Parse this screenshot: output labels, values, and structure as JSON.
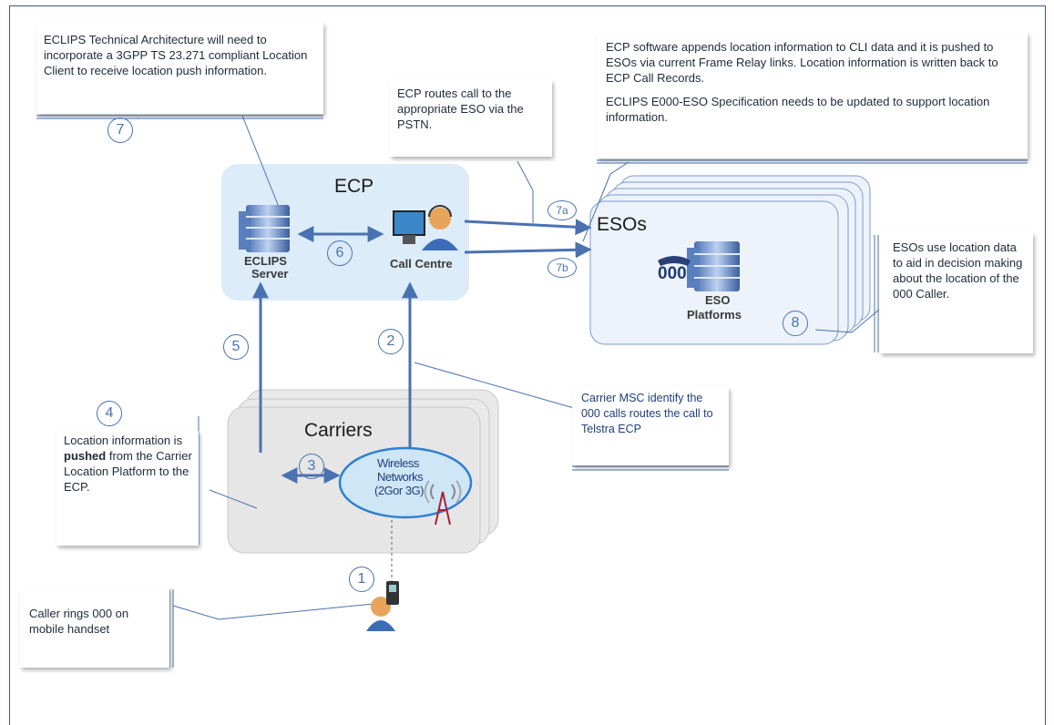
{
  "callouts": {
    "c7_text": "ECLIPS Technical Architecture will need to incorporate a 3GPP TS 23.271 compliant Location Client to receive location push information.",
    "ecp_routes_text": "ECP routes call to the appropriate ESO via the PSTN.",
    "ecp_software_p1": "ECP software appends location information to CLI data and it is pushed to ESOs via current Frame Relay links.  Location information is written back to ECP Call Records.",
    "ecp_software_p2": "ECLIPS E000-ESO Specification needs to be updated to support location information.",
    "esos_use_text": "ESOs use location data to aid in decision making about the location of the 000 Caller.",
    "carrier_msc_text": "Carrier MSC identify the 000 calls routes the call to Telstra ECP",
    "location_pre": "Location information is ",
    "location_bold": "pushed",
    "location_post": " from the Carrier Location Platform to the ECP.",
    "caller_text": "Caller rings 000 on mobile handset"
  },
  "labels": {
    "ecp": "ECP",
    "eclips_server_l1": "ECLIPS",
    "eclips_server_l2": "Server",
    "call_centre": "Call Centre",
    "esos": "ESOs",
    "eso_l1": "ESO",
    "eso_l2": "Platforms",
    "carriers": "Carriers",
    "wireless_l1": "Wireless",
    "wireless_l2": "Networks",
    "wireless_l3": "(2Gor 3G)",
    "phone_000": "000"
  },
  "steps": {
    "s1": "1",
    "s2": "2",
    "s3": "3",
    "s4": "4",
    "s5": "5",
    "s6": "6",
    "s7": "7",
    "s7a": "7a",
    "s7b": "7b",
    "s8": "8"
  },
  "colors": {
    "arrow": "#4a72b0",
    "ecp_box": "#dcecf8",
    "eso_box": "#eef3fb",
    "carrier_box": "#e6e6e6",
    "wireless_fill": "#cfe6f7",
    "wireless_stroke": "#2f7fd0"
  }
}
